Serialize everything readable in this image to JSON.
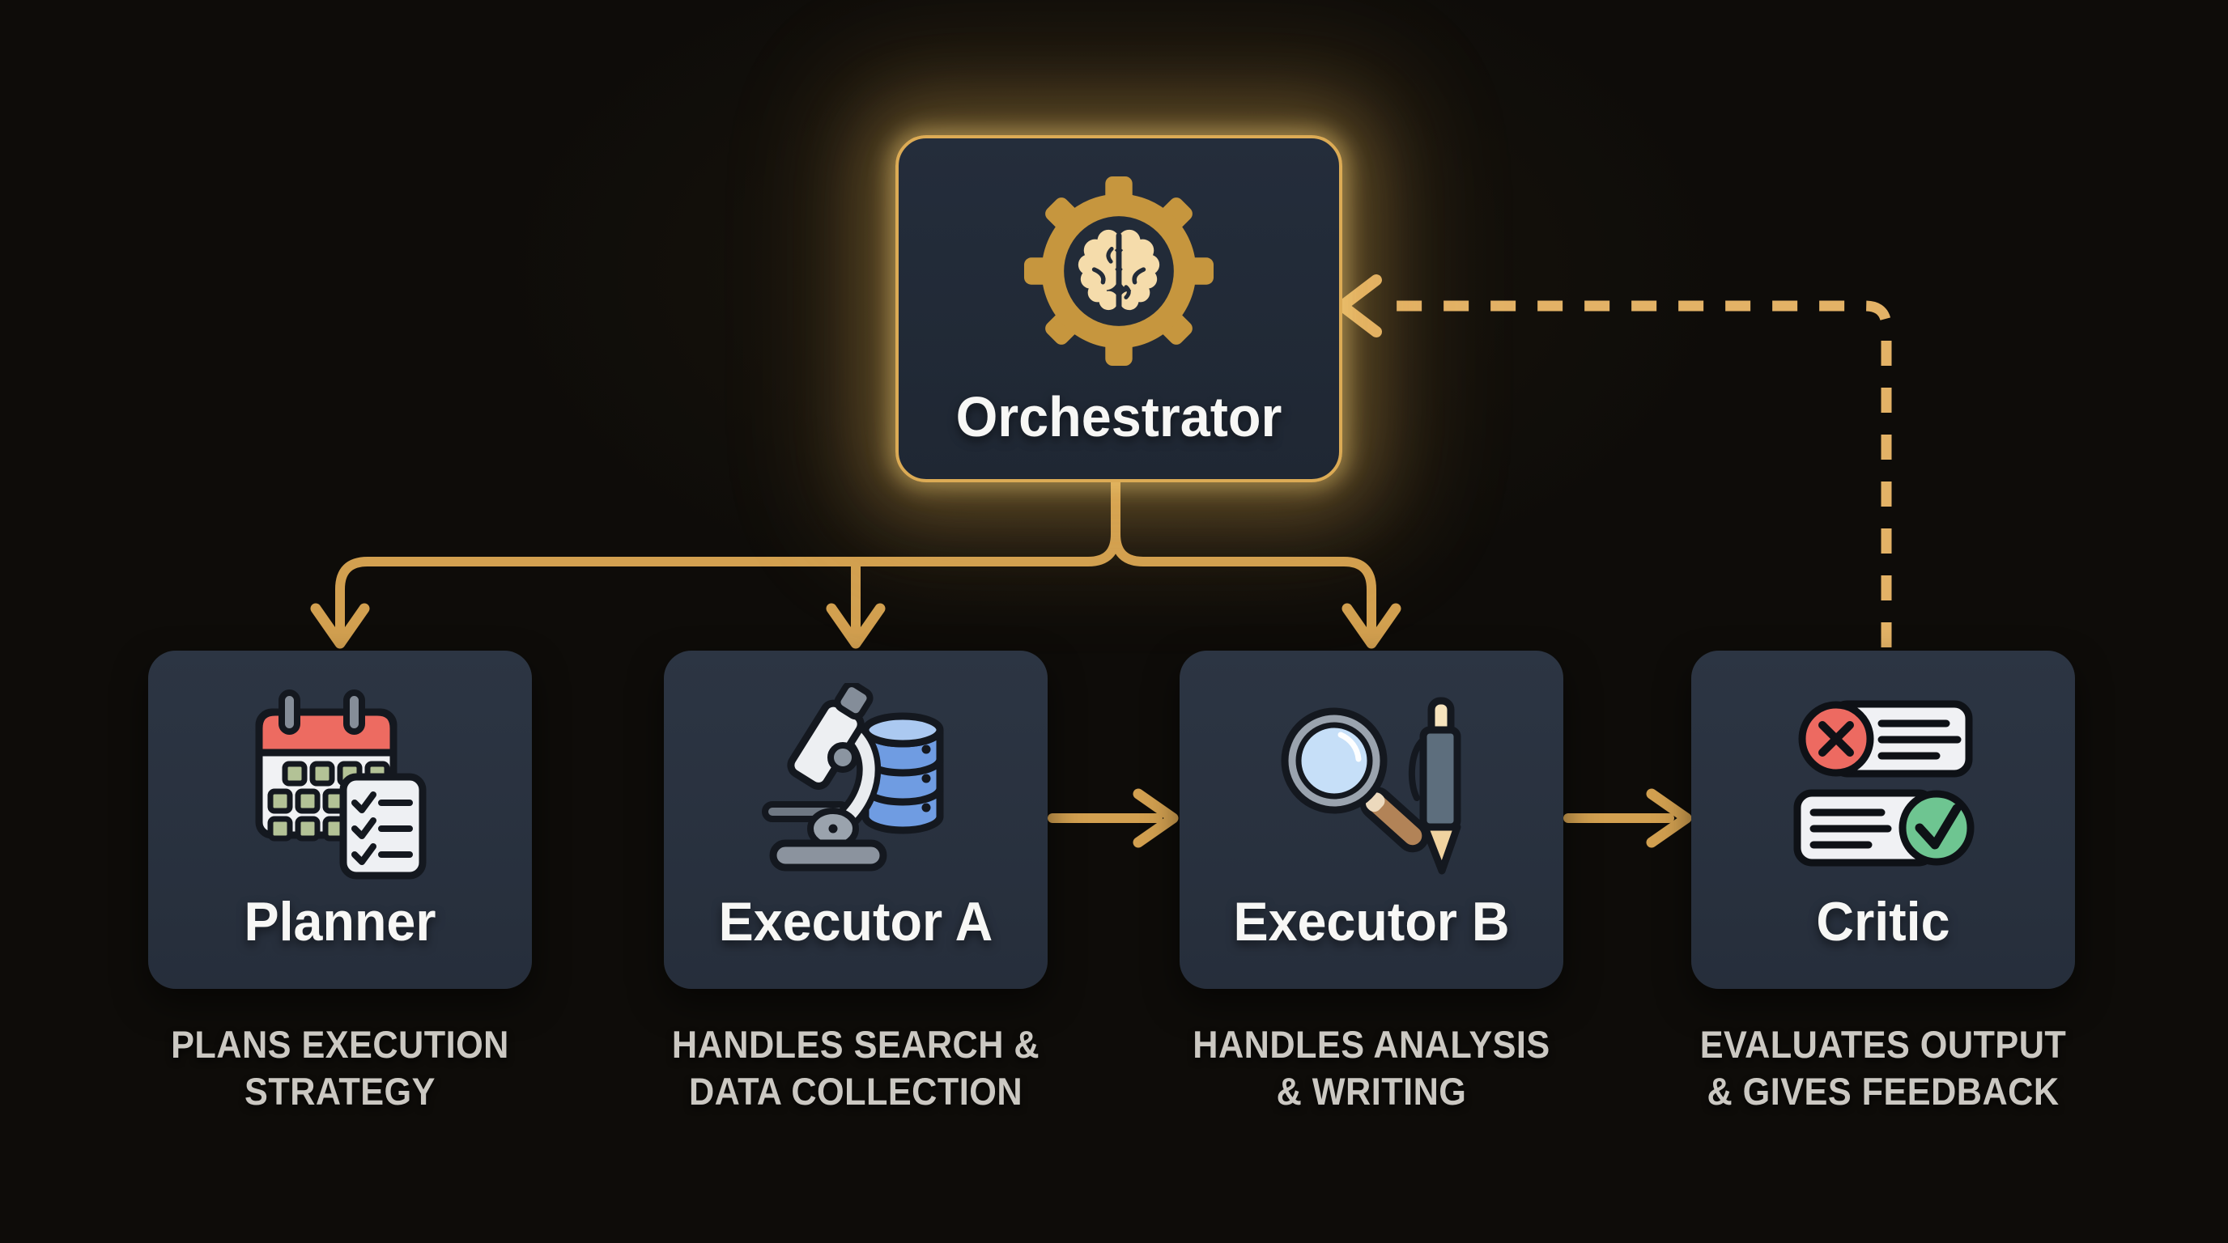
{
  "colors": {
    "background": "#0e0c09",
    "agent_node_fill": "#2a323f",
    "orchestrator_fill": "#222b38",
    "orchestrator_border": "#dcab55",
    "accent_gold": "#d2a050",
    "dashed_feedback_gold": "#e3b266",
    "node_label_text": "#f7f7f5",
    "caption_text": "#cbc8c2",
    "reject_red": "#ed6a61",
    "approve_green": "#6ec591",
    "database_blue": "#6f9ce2",
    "calendar_red": "#ed6b61"
  },
  "orchestrator": {
    "label": "Orchestrator",
    "icon": "gear-brain-icon"
  },
  "agents": [
    {
      "id": "planner",
      "label": "Planner",
      "icon": "calendar-checklist-icon",
      "caption_lines": [
        "PLANS EXECUTION",
        "STRATEGY"
      ]
    },
    {
      "id": "executor-a",
      "label": "Executor A",
      "icon": "microscope-database-icon",
      "caption_lines": [
        "HANDLES SEARCH &",
        "DATA COLLECTION"
      ]
    },
    {
      "id": "executor-b",
      "label": "Executor B",
      "icon": "magnifier-pen-icon",
      "caption_lines": [
        "HANDLES ANALYSIS",
        "& WRITING"
      ]
    },
    {
      "id": "critic",
      "label": "Critic",
      "icon": "review-cards-icon",
      "caption_lines": [
        "EVALUATES OUTPUT",
        "& GIVES FEEDBACK"
      ]
    }
  ],
  "connections": [
    {
      "from": "orchestrator",
      "to": "planner",
      "style": "solid-arrow"
    },
    {
      "from": "orchestrator",
      "to": "executor-a",
      "style": "solid-arrow"
    },
    {
      "from": "orchestrator",
      "to": "executor-b",
      "style": "solid-arrow"
    },
    {
      "from": "executor-a",
      "to": "executor-b",
      "style": "solid-arrow"
    },
    {
      "from": "executor-b",
      "to": "critic",
      "style": "solid-arrow"
    },
    {
      "from": "critic",
      "to": "orchestrator",
      "style": "dashed-arrow",
      "meaning": "feedback"
    }
  ]
}
